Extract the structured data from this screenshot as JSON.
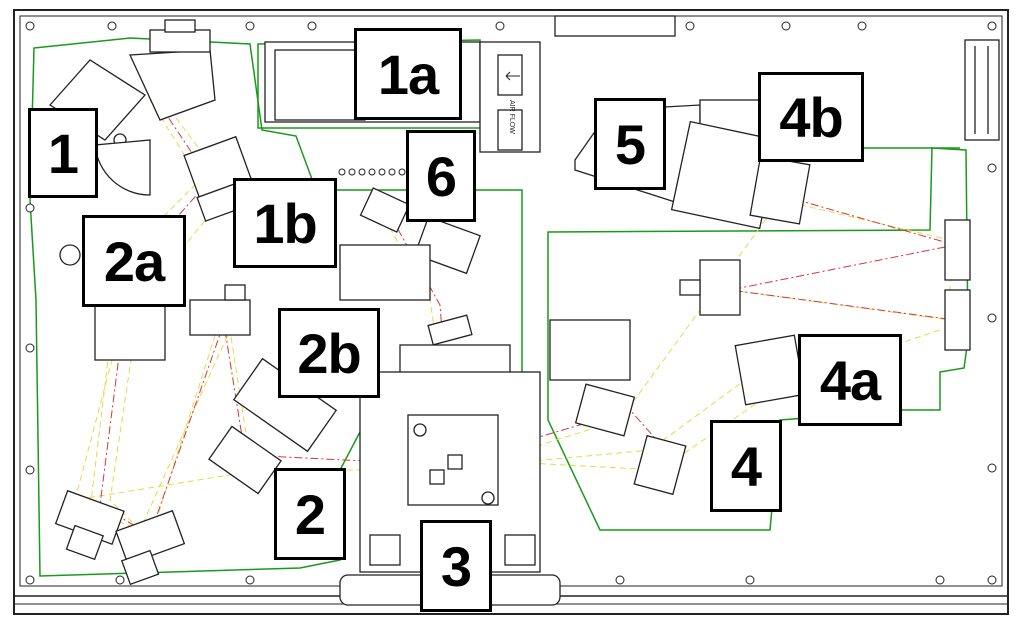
{
  "diagram": {
    "colors": {
      "outline": "#222222",
      "green_boundary": "#1a9a1a",
      "beam_red": "#d23a3a",
      "beam_yellow": "#e8d84a"
    },
    "labels": {
      "l1": "1",
      "l1a": "1a",
      "l1b": "1b",
      "l2": "2",
      "l2a": "2a",
      "l2b": "2b",
      "l3": "3",
      "l4": "4",
      "l4a": "4a",
      "l4b": "4b",
      "l5": "5",
      "l6": "6"
    },
    "airflow_text": "AIR FLOW"
  }
}
